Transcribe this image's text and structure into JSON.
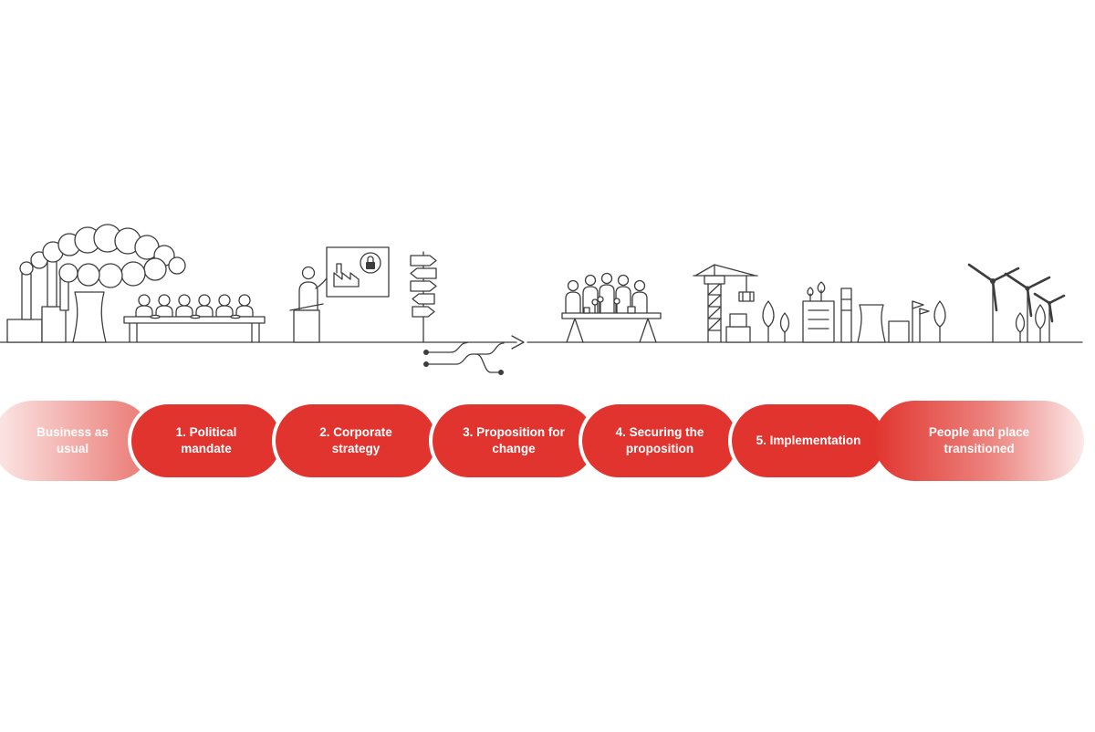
{
  "colors": {
    "accent_red": "#e2342f",
    "fade_light": "#fbe9e8",
    "fade_mid": "#ec837e",
    "line_color": "#3d3d3d"
  },
  "timeline": {
    "stages": [
      {
        "label": "Business as usual"
      },
      {
        "label": "1. Political mandate"
      },
      {
        "label": "2. Corporate strategy"
      },
      {
        "label": "3. Proposition for change"
      },
      {
        "label": "4. Securing the proposition"
      },
      {
        "label": "5. Implementation"
      },
      {
        "label": "People and place transitioned"
      }
    ]
  },
  "scene": {
    "icons": [
      "factory-smoke-icon",
      "meeting-table-icon",
      "presenter-podium-icon",
      "presentation-board-lock-icon",
      "signpost-icon",
      "circuit-arrow-icon",
      "workshop-table-icon",
      "construction-crane-icon",
      "trees-icon",
      "green-buildings-icon",
      "wind-turbines-icon"
    ]
  }
}
